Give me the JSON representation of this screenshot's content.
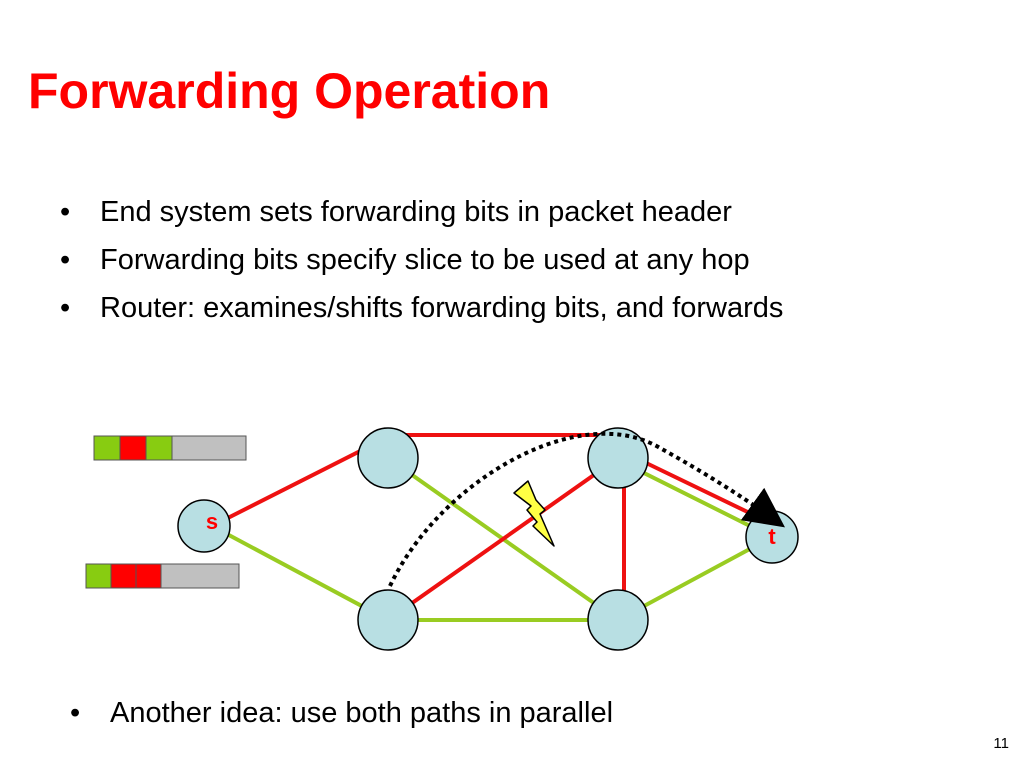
{
  "title": "Forwarding Operation",
  "bullets": [
    "End system sets forwarding bits in packet header",
    "Forwarding bits specify slice to be used at any hop",
    "Router: examines/shifts forwarding bits, and forwards"
  ],
  "bottom_bullets": [
    "Another idea: use both paths in parallel"
  ],
  "nodes": {
    "s": "s",
    "t": "t"
  },
  "colors": {
    "title": "#ff0000",
    "red_link": "#ee1111",
    "green_link": "#99cc22",
    "node_fill": "#b8dfe3",
    "bit_green": "#88cc11",
    "bit_red": "#ff0000",
    "bit_empty": "#c0c0c0",
    "lightning": "#ffff44"
  },
  "packets": [
    {
      "bits": [
        "green",
        "red",
        "green"
      ]
    },
    {
      "bits": [
        "green",
        "red",
        "red"
      ]
    }
  ],
  "page_number": "11"
}
